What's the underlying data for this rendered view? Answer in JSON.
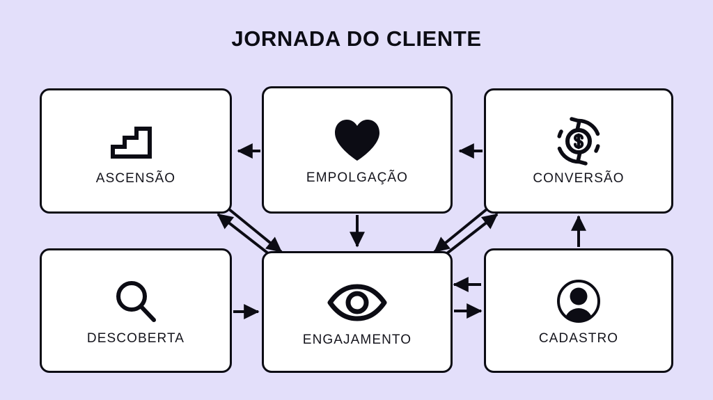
{
  "page": {
    "title": "JORNADA DO CLIENTE",
    "background_color": "#e3dffa",
    "node_fill_color": "#ffffff",
    "stroke_color": "#0c0c14"
  },
  "diagram": {
    "type": "flow-diagram",
    "nodes": [
      {
        "id": "ascensao",
        "label": "ASCENSÃO",
        "icon": "stairs-icon",
        "row": 1,
        "col": 1
      },
      {
        "id": "empolgacao",
        "label": "EMPOLGAÇÃO",
        "icon": "heart-icon",
        "row": 1,
        "col": 2
      },
      {
        "id": "conversao",
        "label": "CONVERSÃO",
        "icon": "money-refresh-icon",
        "row": 1,
        "col": 3
      },
      {
        "id": "descoberta",
        "label": "DESCOBERTA",
        "icon": "magnifier-icon",
        "row": 2,
        "col": 1
      },
      {
        "id": "engajamento",
        "label": "ENGAJAMENTO",
        "icon": "eye-icon",
        "row": 2,
        "col": 2
      },
      {
        "id": "cadastro",
        "label": "CADASTRO",
        "icon": "user-circle-icon",
        "row": 2,
        "col": 3
      }
    ],
    "connections": [
      {
        "from": "empolgacao",
        "to": "ascensao",
        "direction": "left"
      },
      {
        "from": "conversao",
        "to": "empolgacao",
        "direction": "left"
      },
      {
        "from": "empolgacao",
        "to": "engajamento",
        "direction": "down"
      },
      {
        "from": "cadastro",
        "to": "conversao",
        "direction": "up"
      },
      {
        "from": "descoberta",
        "to": "engajamento",
        "direction": "right"
      },
      {
        "from": "engajamento",
        "to": "cadastro",
        "direction": "right"
      },
      {
        "from": "cadastro",
        "to": "engajamento",
        "direction": "left"
      },
      {
        "from": "engajamento",
        "to": "ascensao",
        "direction": "diagonal-up-left"
      },
      {
        "from": "ascensao",
        "to": "engajamento",
        "direction": "diagonal-down-right"
      },
      {
        "from": "engajamento",
        "to": "conversao",
        "direction": "diagonal-up-right"
      },
      {
        "from": "conversao",
        "to": "engajamento",
        "direction": "diagonal-down-left"
      }
    ]
  }
}
